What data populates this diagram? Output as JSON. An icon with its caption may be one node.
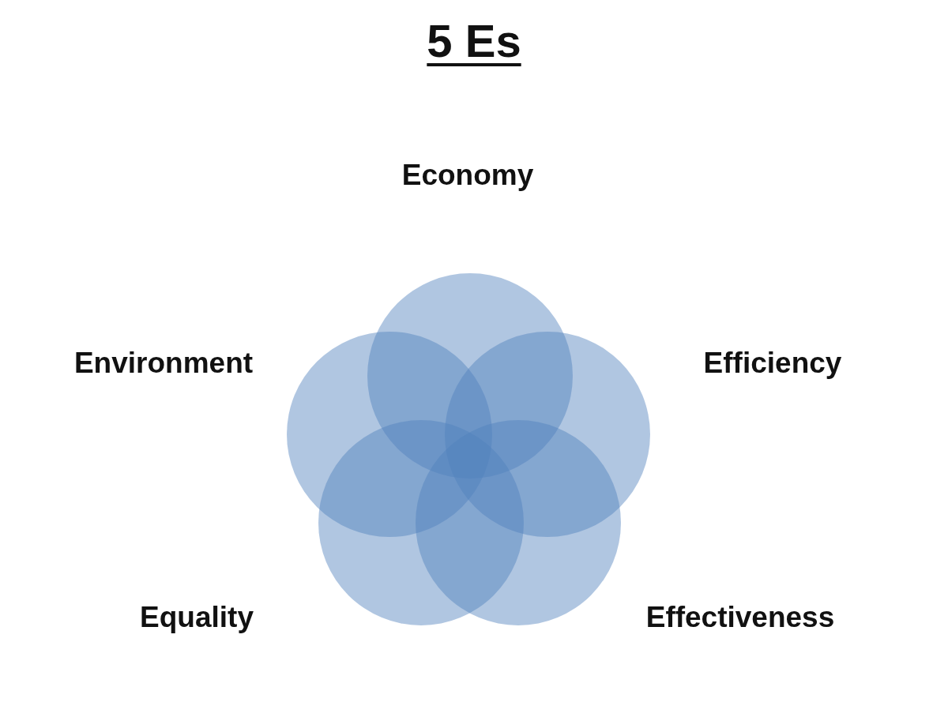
{
  "diagram": {
    "title": "5 Es",
    "nodes": [
      {
        "text": [],
        "shape": "circle",
        "beside": [
          "Economy"
        ]
      },
      {
        "text": [],
        "shape": "circle",
        "beside": [
          "Environment"
        ]
      },
      {
        "text": [],
        "shape": "circle",
        "beside": [
          "Efficiency"
        ]
      },
      {
        "text": [],
        "shape": "circle",
        "beside": [
          "Equality"
        ]
      },
      {
        "text": [],
        "shape": "circle",
        "beside": [
          "Effectiveness"
        ]
      }
    ],
    "edges": []
  }
}
